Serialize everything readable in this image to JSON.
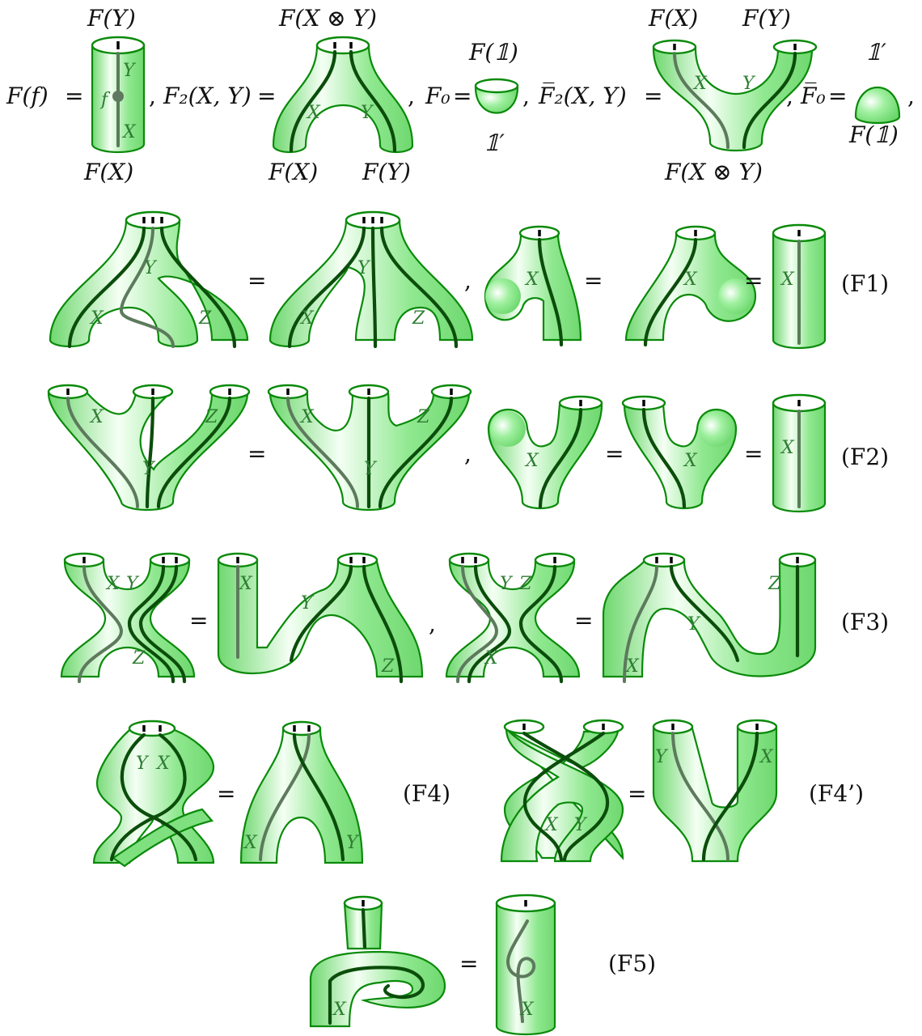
{
  "definitions": {
    "Ff": {
      "lhs": "F(f)",
      "eq": "=",
      "top": "F(Y)",
      "bottom": "F(X)",
      "in_Y": "Y",
      "in_X": "X",
      "in_f": "f",
      "sep": ","
    },
    "F2": {
      "lhs": "F₂(X, Y)",
      "eq": "=",
      "top": "F(X ⊗ Y)",
      "bottom_left": "F(X)",
      "bottom_right": "F(Y)",
      "in_X": "X",
      "in_Y": "Y",
      "sep": ","
    },
    "F0": {
      "lhs": "F₀",
      "eq": "=",
      "top": "F(𝟙)",
      "bottom": "𝟙′",
      "sep": ","
    },
    "F2bar": {
      "lhs": "F̅₂(X, Y)",
      "eq": "=",
      "top_left": "F(X)",
      "top_right": "F(Y)",
      "bottom": "F(X ⊗ Y)",
      "in_X": "X",
      "in_Y": "Y",
      "sep": ","
    },
    "F0bar": {
      "lhs": "F̅₀",
      "eq": "=",
      "top": "𝟙′",
      "bottom": "F(𝟙)",
      "sep": ","
    }
  },
  "relations": [
    {
      "tag": "(F1)",
      "eq": "=",
      "sep": ",",
      "labels_a": [
        "Y",
        "X",
        "Z"
      ],
      "labels_b": [
        "Y",
        "X",
        "Z"
      ],
      "labels_c": [
        "X",
        "X",
        "X"
      ]
    },
    {
      "tag": "(F2)",
      "eq": "=",
      "sep": ",",
      "labels_a": [
        "X",
        "Z",
        "Y"
      ],
      "labels_b": [
        "X",
        "Z",
        "Y"
      ],
      "labels_c": [
        "X",
        "X",
        "X"
      ]
    },
    {
      "tag": "(F3)",
      "eq": "=",
      "sep": ",",
      "labels_a": [
        "X",
        "Y",
        "Z"
      ],
      "labels_b": [
        "X",
        "Y",
        "Z"
      ],
      "labels_c": [
        "Y",
        "Z",
        "X"
      ],
      "labels_d": [
        "Z",
        "Y",
        "X"
      ]
    },
    {
      "tag": "(F4)",
      "eq": "=",
      "labels_a": [
        "Y",
        "X"
      ],
      "labels_b": [
        "X",
        "Y"
      ]
    },
    {
      "tag": "(F4’)",
      "eq": "=",
      "labels_a": [
        "X",
        "Y"
      ],
      "labels_b": [
        "Y",
        "X"
      ]
    },
    {
      "tag": "(F5)",
      "eq": "=",
      "labels_a": [
        "X"
      ],
      "labels_b": [
        "X"
      ]
    }
  ],
  "colors": {
    "tube_fill": "#7fe07f",
    "tube_highlight": "#f2fff2",
    "tube_stroke": "#0a8a0a",
    "strand": "#0b4d0b",
    "strand_light": "#5d7a5d"
  }
}
